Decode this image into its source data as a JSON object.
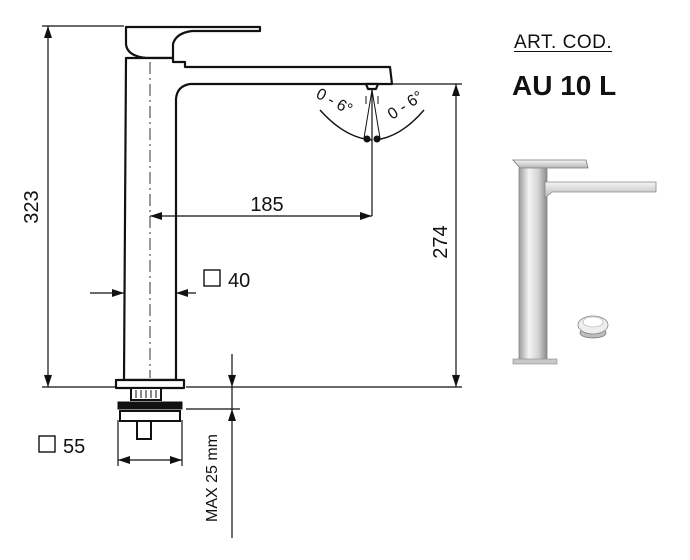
{
  "header": {
    "art_label": "ART. COD.",
    "art_code": "AU 10 L"
  },
  "dimensions": {
    "total_height": "323",
    "spout_height": "274",
    "spout_reach": "185",
    "body_section": "40",
    "base_section": "55",
    "max_thickness": "MAX 25 mm",
    "angle_left": "0 - 6°",
    "angle_right": "0 - 6°"
  }
}
